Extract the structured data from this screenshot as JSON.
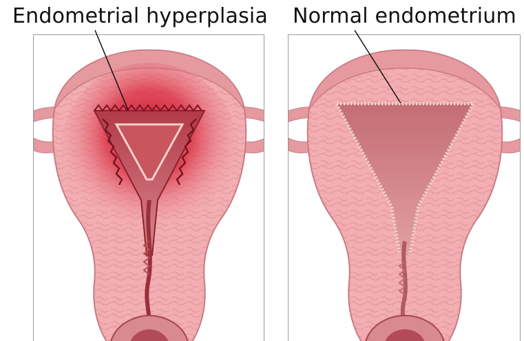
{
  "labels": {
    "left": "Endometrial hyperplasia",
    "right": "Normal endometrium"
  },
  "illustrations": {
    "left": "uterus-hyperplasia-illustration",
    "right": "uterus-normal-illustration"
  },
  "colors": {
    "muscle": "#f2aeb2",
    "muscle_dark": "#d98a90",
    "serosa": "#e69aa0",
    "cavity": "#cf7f83",
    "lining": "#f7d3cf",
    "inflamed": "#c9132c",
    "background": "#ffffff",
    "panel_border": "#9a9a9a"
  }
}
